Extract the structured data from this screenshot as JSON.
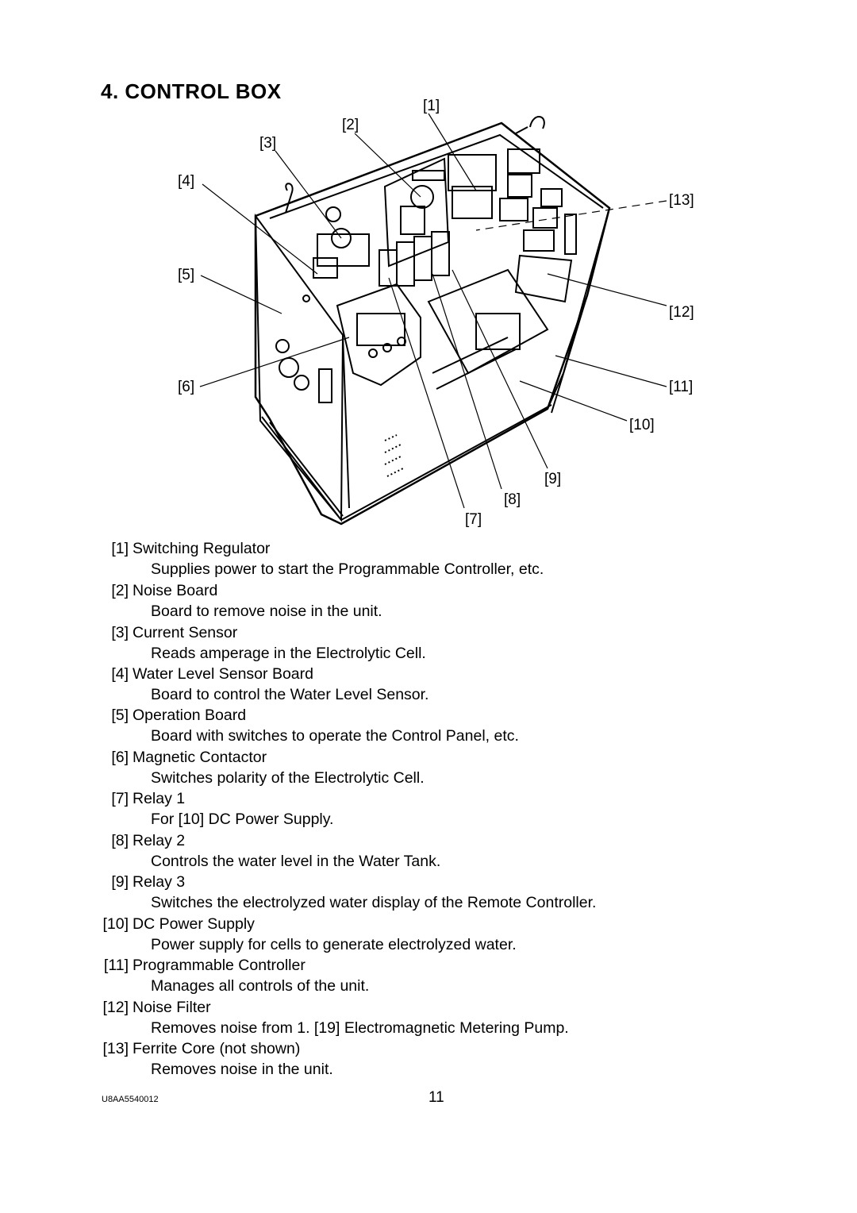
{
  "heading": "4. CONTROL BOX",
  "callouts": [
    "[1]",
    "[2]",
    "[3]",
    "[4]",
    "[5]",
    "[6]",
    "[7]",
    "[8]",
    "[9]",
    "[10]",
    "[11]",
    "[12]",
    "[13]"
  ],
  "items": [
    {
      "num": "[1]",
      "name": "Switching Regulator",
      "desc": "Supplies power to start the Programmable Controller, etc."
    },
    {
      "num": "[2]",
      "name": "Noise Board",
      "desc": "Board to remove noise in the unit."
    },
    {
      "num": "[3]",
      "name": "Current Sensor",
      "desc": "Reads amperage in the Electrolytic Cell."
    },
    {
      "num": "[4]",
      "name": "Water Level Sensor Board",
      "desc": "Board to control the Water Level Sensor."
    },
    {
      "num": "[5]",
      "name": "Operation Board",
      "desc": "Board with switches to operate the Control Panel, etc."
    },
    {
      "num": "[6]",
      "name": "Magnetic Contactor",
      "desc": "Switches polarity of the Electrolytic Cell."
    },
    {
      "num": "[7]",
      "name": "Relay 1",
      "desc": "For [10] DC Power Supply."
    },
    {
      "num": "[8]",
      "name": "Relay 2",
      "desc": "Controls the water level in the Water Tank."
    },
    {
      "num": "[9]",
      "name": "Relay 3",
      "desc": "Switches the electrolyzed water display of the Remote Controller."
    },
    {
      "num": "[10]",
      "name": "DC Power Supply",
      "desc": "Power supply for cells to generate electrolyzed water."
    },
    {
      "num": "[11]",
      "name": "Programmable Controller",
      "desc": "Manages all controls of the unit."
    },
    {
      "num": "[12]",
      "name": "Noise Filter",
      "desc": "Removes noise from 1. [19] Electromagnetic Metering Pump."
    },
    {
      "num": "[13]",
      "name": "Ferrite Core (not shown)",
      "desc": "Removes noise in the unit."
    }
  ],
  "footer": {
    "doc_code": "U8AA5540012",
    "page": "11"
  }
}
